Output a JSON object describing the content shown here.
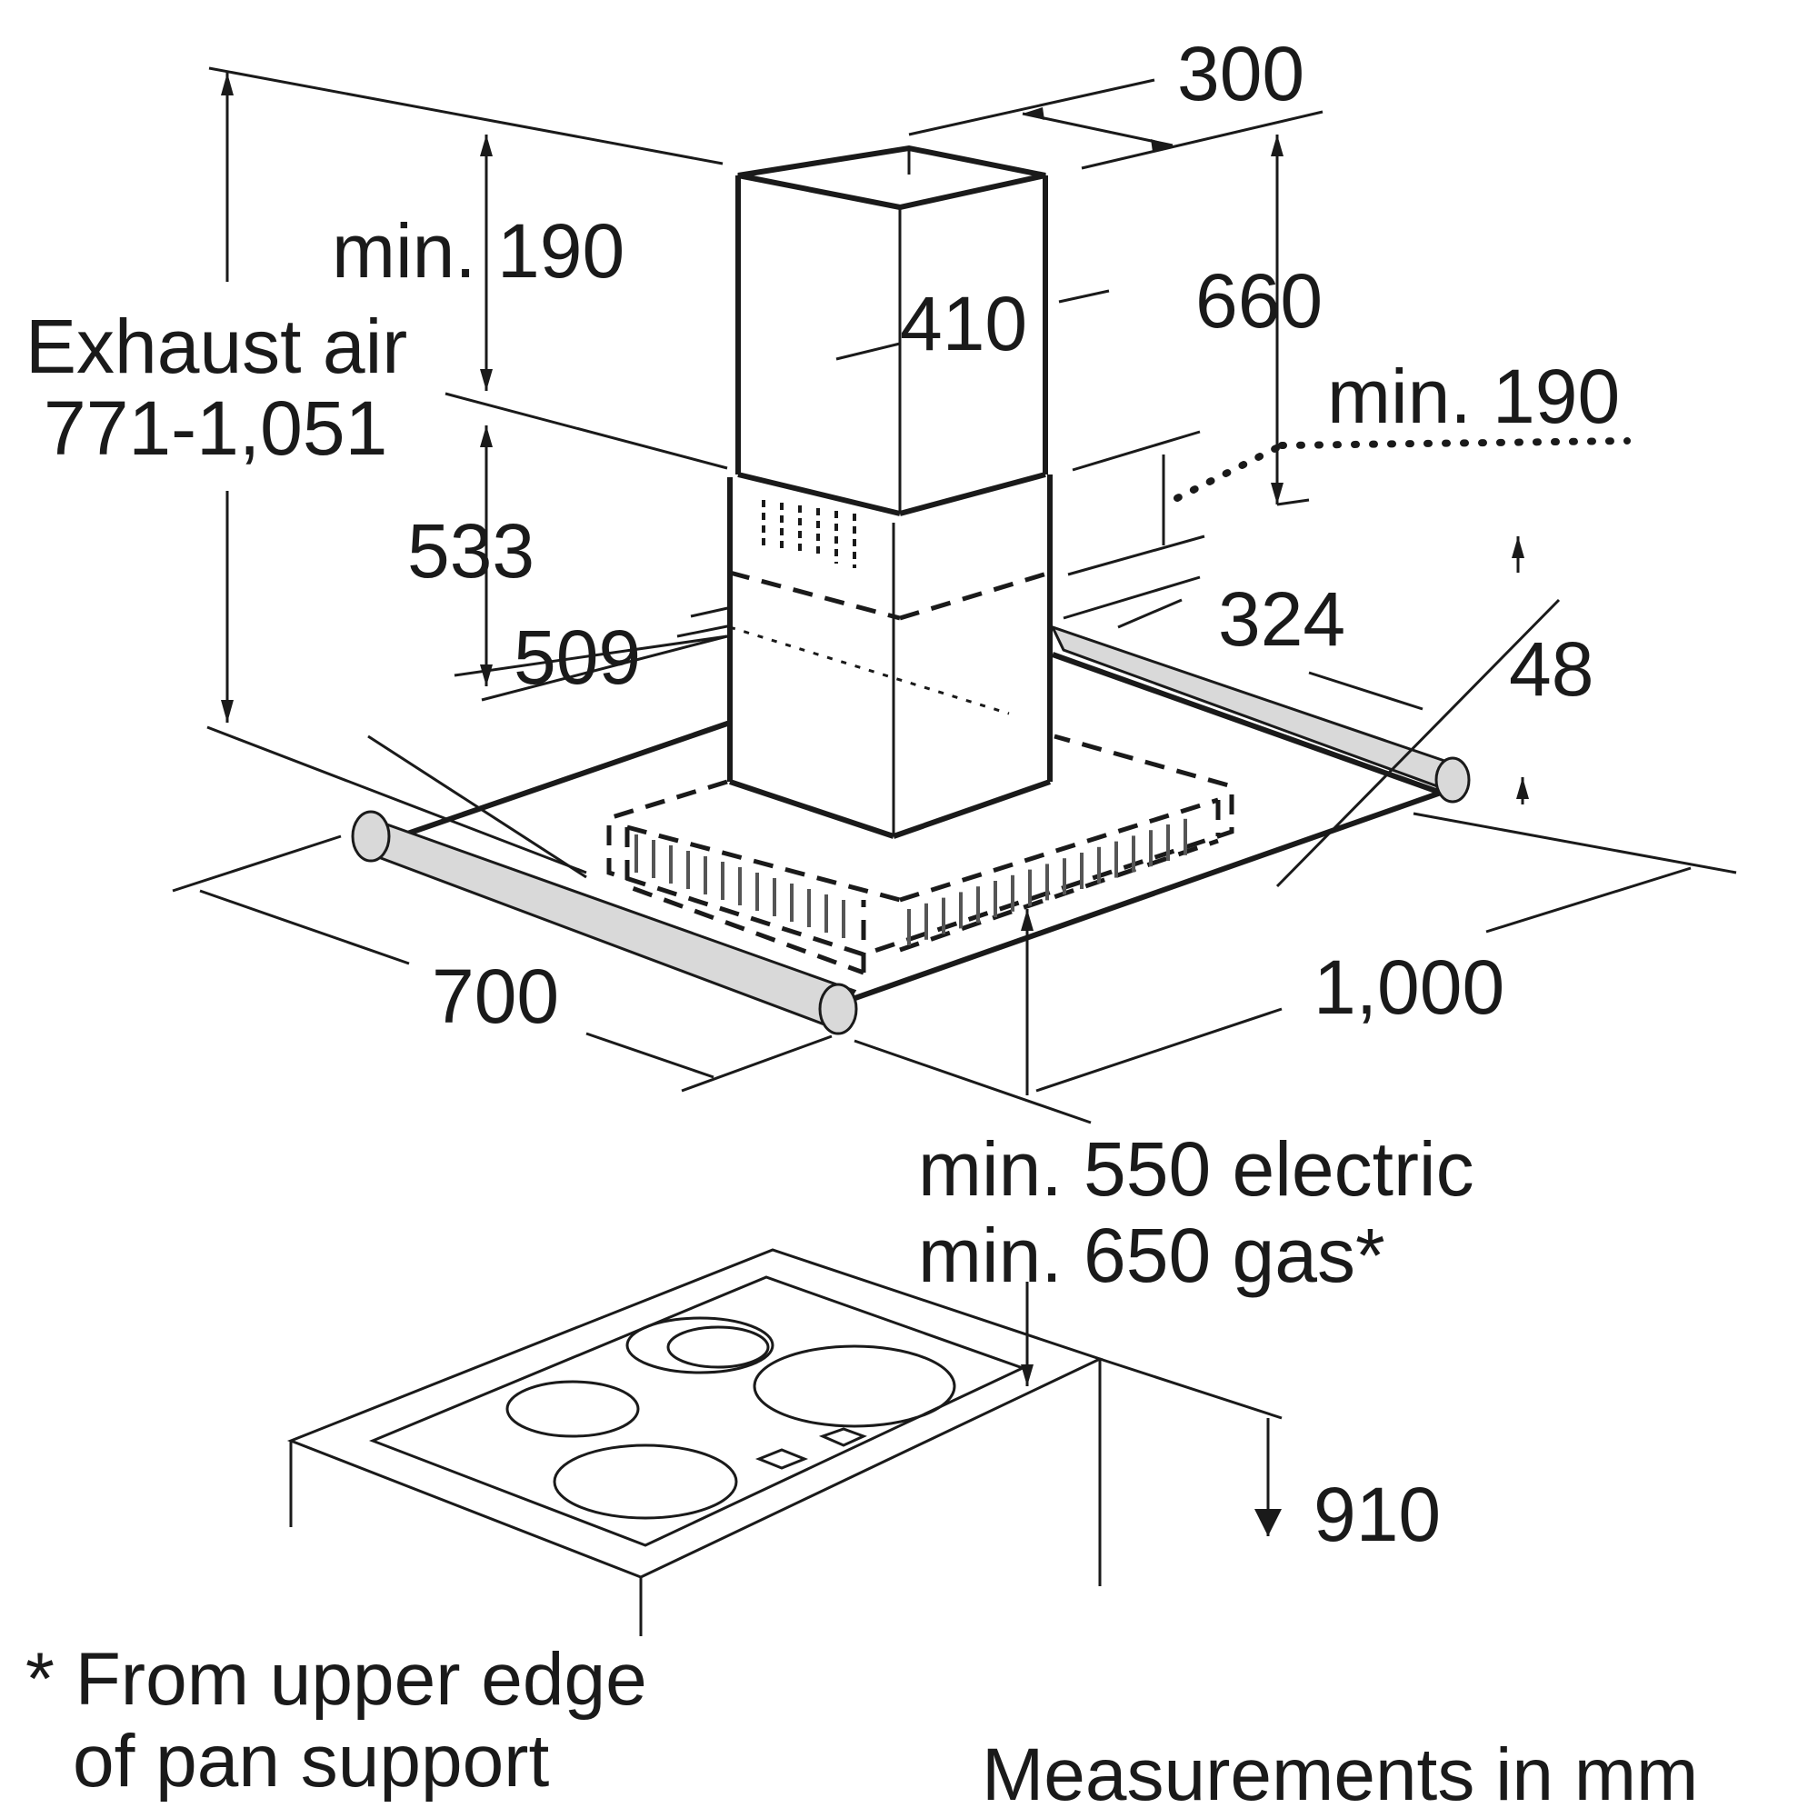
{
  "dimensions": {
    "chimney_width": "300",
    "min_top": "min. 190",
    "exhaust_label": "Exhaust air",
    "exhaust_range": "771-1,051",
    "chimney_depth": "410",
    "upper_chimney": "660",
    "min_right": "min. 190",
    "lower_chimney": "533",
    "canopy_width": "509",
    "canopy_depth": "324",
    "canopy_height": "48",
    "depth_700": "700",
    "width_1000": "1,000",
    "min_electric": "min. 550 electric",
    "min_gas": "min. 650 gas*",
    "counter_height": "910"
  },
  "footnote": {
    "line1": "* From upper edge",
    "line2": "of pan support"
  },
  "units_note": "Measurements in mm",
  "colors": {
    "line": "#1a1a1a",
    "rail_fill": "#d9d9d9"
  }
}
